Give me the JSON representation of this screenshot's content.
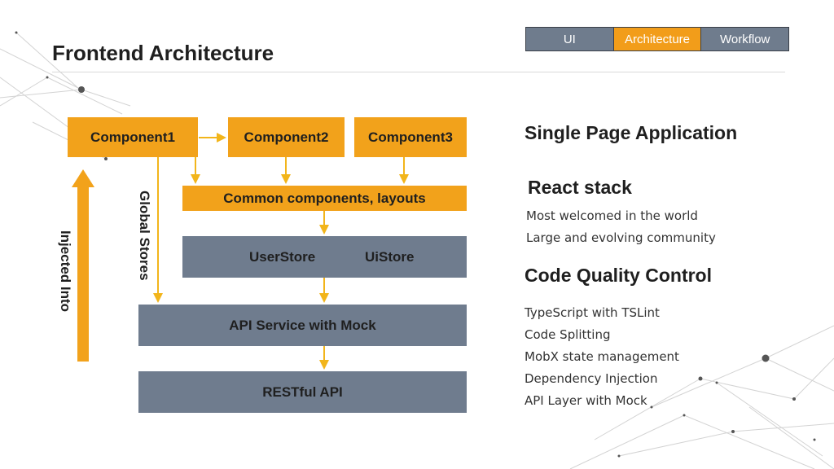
{
  "slide": {
    "title": "Frontend Architecture"
  },
  "tabs": [
    {
      "label": "UI",
      "active": false
    },
    {
      "label": "Architecture",
      "active": true
    },
    {
      "label": "Workflow",
      "active": false
    }
  ],
  "diagram": {
    "components": [
      "Component1",
      "Component2",
      "Component3"
    ],
    "common": "Common components, layouts",
    "stores": [
      "UserStore",
      "UiStore"
    ],
    "api_service": "API Service with Mock",
    "restful": "RESTful API",
    "global_stores_label": "Global Stores",
    "injected_label": "Injected Into"
  },
  "right_panel": {
    "spa_heading": "Single Page Application",
    "react_heading": "React stack",
    "react_items": [
      "Most welcomed in the world",
      "Large and evolving community"
    ],
    "quality_heading": "Code Quality Control",
    "quality_items": [
      "TypeScript with TSLint",
      "Code Splitting",
      "MobX state management",
      "Dependency Injection",
      "API Layer with Mock"
    ]
  },
  "colors": {
    "orange": "#f2a21b",
    "slate": "#6f7c8e",
    "tab_active": "#f29d1a",
    "arrow": "#f2b51b"
  }
}
